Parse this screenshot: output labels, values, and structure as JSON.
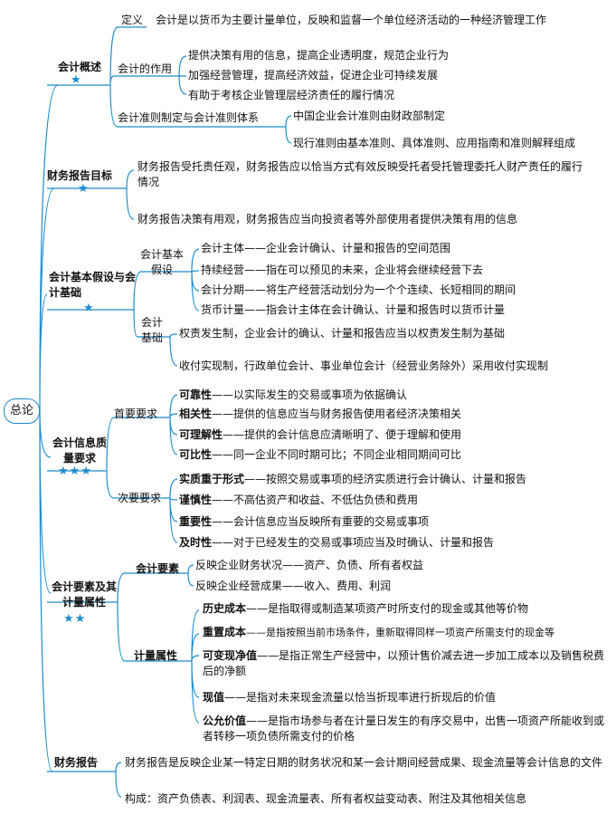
{
  "root": "总论",
  "sections": [
    {
      "title": "会计概述",
      "stars": "★",
      "children": [
        {
          "label": "定义",
          "items": [
            "会计是以货币为主要计量单位，反映和监督一个单位经济活动的一种经济管理工作"
          ]
        },
        {
          "label": "会计的作用",
          "items": [
            "提供决策有用的信息，提高企业透明度，规范企业行为",
            "加强经营管理，提高经济效益，促进企业可持续发展",
            "有助于考核企业管理层经济责任的履行情况"
          ]
        },
        {
          "label": "会计准则制定与会计准则体系",
          "items": [
            "中国企业会计准则由财政部制定",
            "现行准则由基本准则、具体准则、应用指南和准则解释组成"
          ]
        }
      ]
    },
    {
      "title": "财务报告目标",
      "stars": "★",
      "items": [
        "财务报告受托责任观，财务报告应以恰当方式有效反映受托者受托管理委托人财产责任的履行情况",
        "财务报告决策有用观，财务报告应当向投资者等外部使用者提供决策有用的信息"
      ]
    },
    {
      "title": "会计基本假设与会计基础",
      "stars": "★",
      "children": [
        {
          "label": "会计基本假设",
          "items": [
            {
              "term": "会计主体",
              "desc": "——企业会计确认、计量和报告的空间范围"
            },
            {
              "term": "持续经营",
              "desc": "——指在可以预见的未来，企业将会继续经营下去"
            },
            {
              "term": "会计分期",
              "desc": "——将生产经营活动划分为一个个连续、长短相同的期间"
            },
            {
              "term": "货币计量",
              "desc": "——指会计主体在会计确认、计量和报告时以货币计量"
            }
          ]
        },
        {
          "label": "会计基础",
          "items": [
            "权责发生制，企业会计的确认、计量和报告应当以权责发生制为基础",
            "收付实现制，行政单位会计、事业单位会计（经营业务除外）采用收付实现制"
          ]
        }
      ]
    },
    {
      "title": "会计信息质量要求",
      "stars": "★★★",
      "children": [
        {
          "label": "首要要求",
          "items": [
            {
              "term": "可靠性",
              "desc": "——以实际发生的交易或事项为依据确认"
            },
            {
              "term": "相关性",
              "desc": "——提供的信息应当与财务报告使用者经济决策相关"
            },
            {
              "term": "可理解性",
              "desc": "——提供的会计信息应清晰明了、便于理解和使用"
            },
            {
              "term": "可比性",
              "desc": "——同一企业不同时期可比；不同企业相同期间可比"
            }
          ]
        },
        {
          "label": "次要要求",
          "items": [
            {
              "term": "实质重于形式",
              "desc": "——按照交易或事项的经济实质进行会计确认、计量和报告"
            },
            {
              "term": "谨慎性",
              "desc": "——不高估资产和收益、不低估负债和费用"
            },
            {
              "term": "重要性",
              "desc": "——会计信息应当反映所有重要的交易或事项"
            },
            {
              "term": "及时性",
              "desc": "——对于已经发生的交易或事项应当及时确认、计量和报告"
            }
          ]
        }
      ]
    },
    {
      "title": "会计要素及其计量属性",
      "stars": "★★",
      "children": [
        {
          "label": "会计要素",
          "items": [
            "反映企业财务状况——资产、负债、所有者权益",
            "反映企业经营成果——收入、费用、利润"
          ]
        },
        {
          "label": "计量属性",
          "items": [
            {
              "term": "历史成本",
              "desc": "——是指取得或制造某项资产时所支付的现金或其他等价物"
            },
            {
              "term": "重置成本",
              "desc": "——是指按照当前市场条件，重新取得同样一项资产所需支付的现金等"
            },
            {
              "term": "可变现净值",
              "desc": "——是指正常生产经营中，以预计售价减去进一步加工成本以及销售税费后的净额"
            },
            {
              "term": "现值",
              "desc": "——是指对未来现金流量以恰当折现率进行折现后的价值"
            },
            {
              "term": "公允价值",
              "desc": "——是指市场参与者在计量日发生的有序交易中，出售一项资产所能收到或者转移一项负债所需支付的价格"
            }
          ]
        }
      ]
    },
    {
      "title": "财务报告",
      "items": [
        "财务报告是反映企业某一特定日期的财务状况和某一会计期间经营成果、现金流量等会计信息的文件",
        "构成：资产负债表、利润表、现金流量表、所有者权益变动表、附注及其他相关信息"
      ]
    }
  ],
  "colors": {
    "line": "#1c8ccc",
    "star": "#1c8ccc",
    "text": "#111111"
  }
}
